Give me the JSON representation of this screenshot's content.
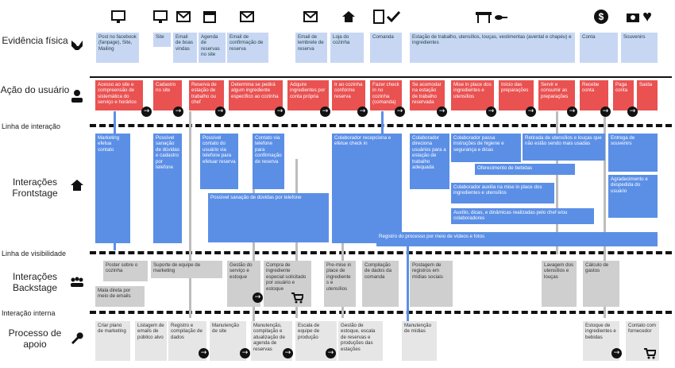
{
  "lanes": {
    "evidence": "Evidência física",
    "action": "Ação do usuário",
    "interaction_line": "Linha de interação",
    "frontstage": "Interações Frontstage",
    "visibility_line": "Linha de visibilidade",
    "backstage": "Interações Backstage",
    "internal_line": "Interação interna",
    "support": "Processo de apoio"
  },
  "evidence": [
    "Post no facebook (fanpage), Site, Mailing",
    "Site",
    "Email de boas vindas",
    "Agenda de reservas no site",
    "Email de confirmação de reserva",
    "Email de lembrete de reserva",
    "Loja do cozinha",
    "Comanda",
    "Estação de trabalho, utensílios, louças, vestimentas (avental e chapéu) e ingredientes",
    "Conta",
    "Souvenirs"
  ],
  "actions": [
    "Acesso ao site e compreensão de sistemática do serviço e horários",
    "Cadastro no site",
    "Reserva de estação de trabalho ou chef",
    "Determina se pedirá algum ingrediente específico ao cozinha",
    "Adquire ingredientes por conta própria",
    "Ir ao cozinha conforme reserva",
    "Fazer check in no cozinha (comanda)",
    "Se acomodar na estação de trabalho reservada",
    "Mise in place dos ingredientes e utensílios",
    "Início das preparações",
    "Servir e consumir as preparações",
    "Recebe conta",
    "Paga conta",
    "Saída"
  ],
  "front": [
    "Marketing efetua contato",
    "Possível sanação de dúvidas e cadastro por telefone",
    "Possível contato do usuário via telefone para efetuar reserva",
    "Contato via telefone para confirmação de reserva",
    "Possível sanação de dúvidas por telefone",
    "Colaborador recepciona e efetue check in",
    "Colaborador direciona usuários para a estação de trabalho adequada",
    "Colaborador passa instruções de higiene e segurança e dicas",
    "Retirada de utensílios e louças que não estão sendo mais usadas",
    "Entrega de souvenirs",
    "Oferecimento de bebidas",
    "Colaborador auxilia na mise in place dos ingredientes e utensílios",
    "Agradecimento e despedida do usuário",
    "Auxílio, dicas, e dinâmicas realizadas pelo chef e/ou colaboradores",
    "Registro do processo por meio de vídeos e fotos"
  ],
  "back": [
    "Poster sobre o cozinha",
    "Mala direta por meio de emails",
    "Suporte de equipe de marketing",
    "Gestão do serviço e estoque",
    "Compra de ingrediente especial solicitado por usuário e estoque",
    "Pre-mise in place de ingrediente s e utensílios",
    "Compilação de dados da comanda",
    "Postagem de registros em mídias sociais",
    "Lavagem dos utensílios e louças",
    "Cálculo de gastos"
  ],
  "support": [
    "Criar plano de marketing",
    "Listagem de emails de público alvo",
    "Registro e compilação de dados",
    "Manutenção de site",
    "Manutenção, compilação e atualização de agenda de reservas",
    "Escala de equipe de produção",
    "Gestão de estoque, escala de reservas e produções das estações",
    "Manutenção de mídias",
    "Estoque de ingredientes e bebidas",
    "Contato com fornecedor"
  ],
  "icons": {
    "arrow": "→",
    "dollar": "$",
    "heart": "♥"
  },
  "colors": {
    "physical": "#c7d7f3",
    "action": "#ea5151",
    "frontstage": "#5b8fe6",
    "backstage": "#cfcfcf",
    "support": "#e6e6e6"
  }
}
